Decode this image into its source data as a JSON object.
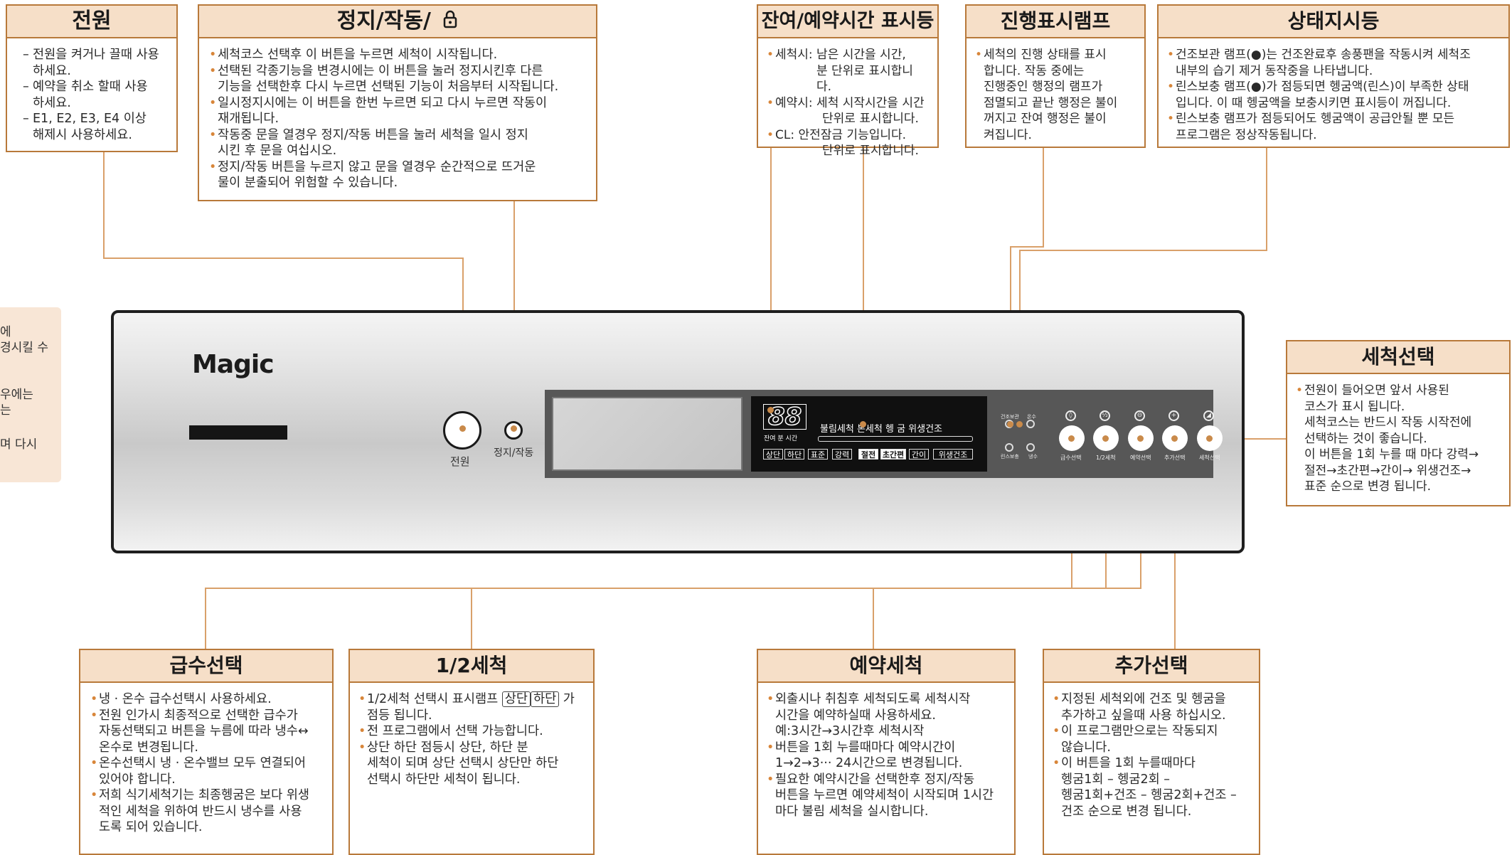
{
  "power_box": {
    "title": "전원",
    "lines": [
      "전원을 켜거나 끌때 사용",
      "하세요.",
      "예약을 취소 할때 사용",
      "하세요.",
      "E1, E2, E3, E4 이상",
      "해제시 사용하세요."
    ]
  },
  "stop_box": {
    "title": "정지/작동/",
    "lines": [
      "세척코스 선택후 이 버튼을 누르면 세척이 시작됩니다.",
      "선택된 각종기능을 변경시에는 이 버튼을 눌러 정지시킨후 다른",
      "기능을 선택한후 다시 누르면 선택된 기능이 처음부터 시작됩니다.",
      "일시정지시에는 이 버튼을 한번 누르면 되고 다시 누르면 작동이",
      "재개됩니다.",
      "작동중 문을 열경우 정지/작동 버튼을 눌러 세척을 일시 정지",
      "시킨 후 문을 여십시오.",
      "정지/작동 버튼을 누르지 않고 문을 열경우 순간적으로 뜨거운",
      "물이 분출되어 위험할 수 있습니다."
    ]
  },
  "remain_box": {
    "title": "잔여/예약시간 표시등",
    "lines": [
      "세척시: 남은 시간을 시간,",
      "분 단위로 표시합니다.",
      "예약시: 세척 시작시간을 시간",
      "단위로 표시합니다.",
      "CL: 안전잠금 기능입니다.",
      "단위로 표시합니다."
    ]
  },
  "progress_box": {
    "title": "진행표시램프",
    "lines": [
      "세척의 진행 상태를 표시",
      "합니다.  작동 중에는",
      "진행중인 행정의 램프가",
      "점멸되고 끝난 행정은 불이",
      "꺼지고 잔여 행정은 불이",
      "켜집니다."
    ]
  },
  "status_box": {
    "title": "상태지시등",
    "lines": [
      "건조보관 램프(●)는 건조완료후 송풍팬을 작동시켜 세척조",
      "내부의 습기 제거 동작중을 나타냅니다.",
      "린스보충 램프(●)가 점등되면 헹굼액(린스)이 부족한 상태",
      "입니다. 이 때 헹굼액을 보충시키면 표시등이 꺼집니다.",
      "린스보충 램프가 점등되어도 헹굼액이 공급안될 뿐 모든",
      "프로그램은 정상작동됩니다."
    ]
  },
  "wash_select_box": {
    "title": "세척선택",
    "lines": [
      "전원이 들어오면 앞서 사용된",
      "코스가 표시 됩니다.",
      "세척코스는 반드시 작동 시작전에",
      "선택하는 것이 좋습니다.",
      "이 버튼을 1회 누를 때 마다 강력→",
      "절전→초간편→간이→ 위생건조→",
      "표준 순으로 변경 됩니다."
    ]
  },
  "water_box": {
    "title": "급수선택",
    "lines": [
      "냉 · 온수 급수선택시 사용하세요.",
      "전원 인가시 최종적으로 선택한 급수가",
      "자동선택되고 버튼을 누름에 따라 냉수↔",
      "온수로 변경됩니다.",
      "온수선택시 냉 · 온수밸브 모두 연결되어",
      "있어야 합니다.",
      "저희 식기세척기는 최종헹굼은 보다 위생",
      "적인 세척을 위하여 반드시 냉수를 사용",
      "도록 되어 있습니다."
    ]
  },
  "half_box": {
    "title": "1/2세척",
    "line1_pre": "1/2세척 선택시 표시램프",
    "line1_k1": "상단",
    "line1_k2": "하단",
    "line1_post": "가",
    "lines": [
      "점등 됩니다.",
      "전 프로그램에서 선택 가능합니다.",
      "상단 하단 점등시 상단, 하단 분",
      "세척이 되며 상단 선택시 상단만 하단",
      "선택시 하단만 세척이 됩니다."
    ]
  },
  "reserve_box": {
    "title": "예약세척",
    "lines": [
      "외출시나 취침후 세척되도록 세척시작",
      "시간을 예약하실때 사용하세요.",
      "예:3시간→3시간후 세척시작",
      "버튼을 1회 누를때마다 예약시간이",
      "1→2→3··· 24시간으로 변경됩니다.",
      "필요한 예약시간을 선택한후 정지/작동",
      "버튼을 누르면 예약세척이 시작되며 1시간",
      "마다 불림 세척을 실시합니다."
    ]
  },
  "extra_box": {
    "title": "추가선택",
    "lines": [
      "지정된 세척외에 건조 및 헹굼을",
      "추가하고 싶을때 사용 하십시오.",
      "이 프로그램만으로는 작동되지",
      "않습니다.",
      "이 버튼을 1회 누를때마다",
      "헹굼1회 – 헹굼2회 –",
      "헹굼1회+건조 – 헹굼2회+건조 –",
      "건조 순으로 변경 됩니다."
    ]
  },
  "left_note": {
    "lines": [
      "에",
      "경시킬 수",
      "우에는",
      "는",
      "며 다시"
    ]
  },
  "panel": {
    "logo": "Magic",
    "power_label": "전원",
    "stop_label": "정지/작동",
    "lcd_digits": "88",
    "lcd_sub": "잔여 분 시간",
    "lcd_stages": "불림세척 본세척  헹 굼  위생건조",
    "chips": [
      "상단",
      "하단",
      "표준",
      "강력",
      "절전",
      "초간편",
      "간이",
      "위생건조"
    ],
    "led_labels": [
      "건조보관",
      "온수",
      "린스보충",
      "냉수"
    ],
    "func_labels": [
      "급수선택",
      "1/2세척",
      "예약선택",
      "추가선택",
      "세척선택"
    ],
    "func_icons": [
      "◊",
      "½",
      "⊖",
      "+",
      "◢"
    ]
  },
  "colors": {
    "accent_line": "#d9a06a",
    "box_border": "#b8793a",
    "box_head": "#f6dfc8"
  }
}
